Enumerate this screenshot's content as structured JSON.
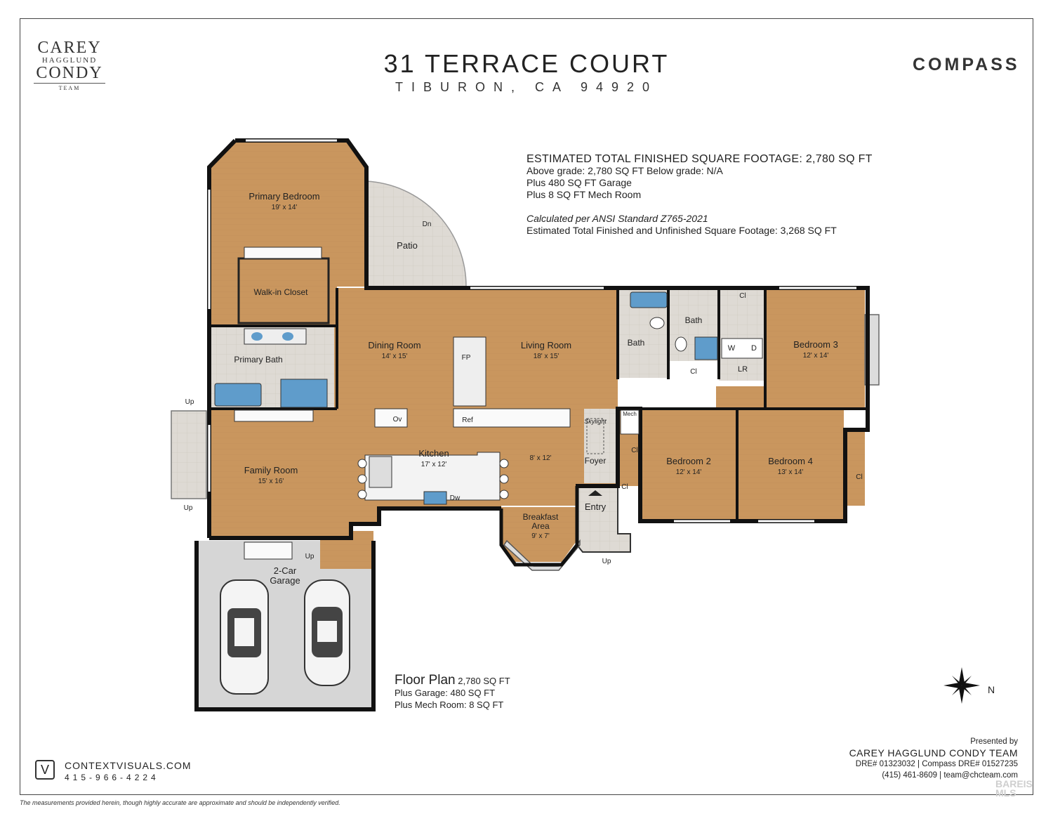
{
  "logo": {
    "line1": "CAREY",
    "line2": "HAGGLUND",
    "line3": "CONDY",
    "line4": "TEAM"
  },
  "header": {
    "title": "31 TERRACE COURT",
    "subtitle": "TIBURON, CA 94920",
    "brand": "COMPASS"
  },
  "info": {
    "heading": "ESTIMATED TOTAL FINISHED SQUARE FOOTAGE: 2,780 SQ FT",
    "line1": "Above grade: 2,780 SQ FT  Below grade: N/A",
    "line2": "Plus 480 SQ FT Garage",
    "line3": "Plus 8 SQ FT Mech Room",
    "standard": "Calculated per ANSI Standard Z765-2021",
    "total": "Estimated Total Finished and Unfinished Square Footage: 3,268 SQ FT"
  },
  "rooms": {
    "primary_bedroom": {
      "name": "Primary Bedroom",
      "size": "19' x 14'"
    },
    "patio": {
      "name": "Patio"
    },
    "dn": "Dn",
    "walkin_closet": {
      "name": "Walk-in Closet"
    },
    "primary_bath": {
      "name": "Primary Bath"
    },
    "dining_room": {
      "name": "Dining Room",
      "size": "14' x 15'"
    },
    "living_room": {
      "name": "Living Room",
      "size": "18' x 15'"
    },
    "fp": "FP",
    "bath1": {
      "name": "Bath"
    },
    "bath2": {
      "name": "Bath"
    },
    "bedroom3": {
      "name": "Bedroom 3",
      "size": "12' x 14'"
    },
    "w": "W",
    "d": "D",
    "lr": "LR",
    "cl": "Cl",
    "family_room": {
      "name": "Family Room",
      "size": "15' x 16'"
    },
    "kitchen": {
      "name": "Kitchen",
      "size": "17' x 12'"
    },
    "ov": "Ov",
    "ref": "Ref",
    "dw": "Dw",
    "nook_size": "8' x 12'",
    "skylight": "Skylight",
    "foyer": "Foyer",
    "mech": "Mech",
    "entry": "Entry",
    "breakfast": {
      "name1": "Breakfast",
      "name2": "Area",
      "size": "9' x 7'"
    },
    "bedroom2": {
      "name": "Bedroom 2",
      "size": "12' x 14'"
    },
    "bedroom4": {
      "name": "Bedroom 4",
      "size": "13' x 14'"
    },
    "garage": {
      "name1": "2-Car",
      "name2": "Garage"
    },
    "up": "Up",
    "north": "N"
  },
  "legend": {
    "title": "Floor Plan",
    "area": "2,780 SQ FT",
    "garage": "Plus Garage: 480 SQ FT",
    "mech": "Plus Mech Room: 8 SQ FT"
  },
  "presented": {
    "label": "Presented by",
    "team": "CAREY HAGGLUND CONDY TEAM",
    "dre": "DRE# 01323032 | Compass DRE# 01527235",
    "contact": "(415) 461-8609 | team@chcteam.com"
  },
  "contextvisuals": {
    "icon": "V",
    "site": "CONTEXTVISUALS.COM",
    "phone": "415-966-4224"
  },
  "disclaimer": "The measurements provided herein, though highly accurate are approximate and should be independently verified.",
  "watermark": "BAREIS MLS",
  "colors": {
    "floor": "#c9965e",
    "tile": "#dcd8d2",
    "garage": "#d6d6d6",
    "wall": "#111111",
    "water": "#6aa6cf"
  }
}
